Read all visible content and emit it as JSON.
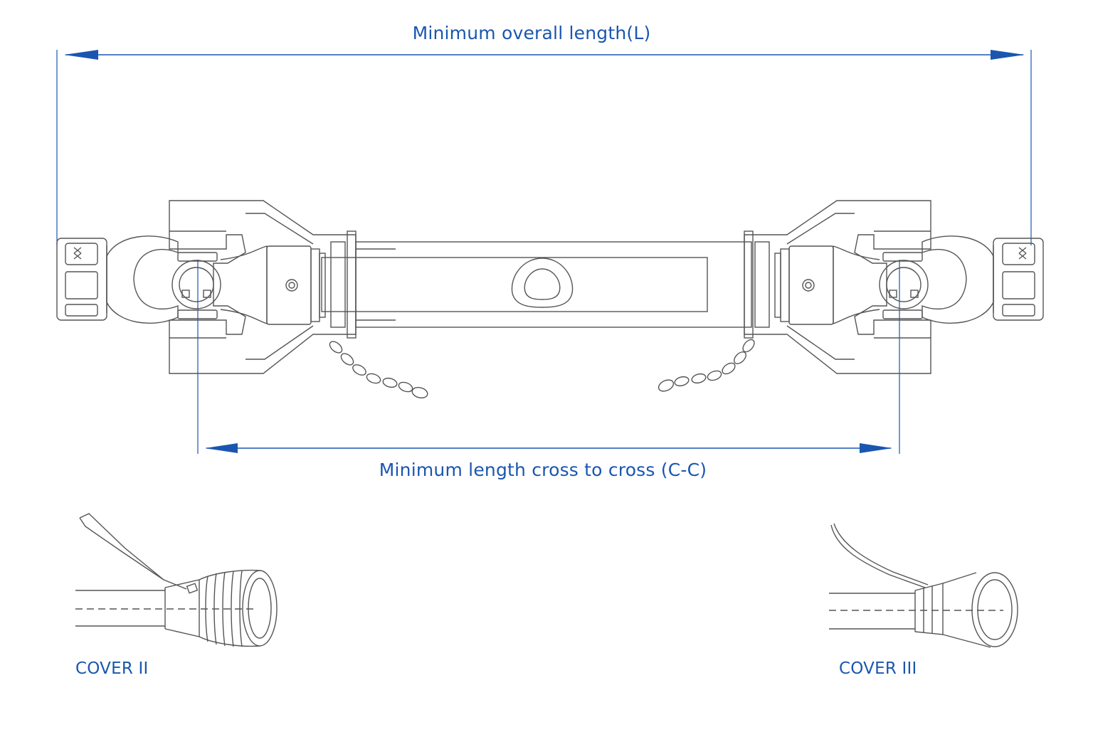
{
  "dimensions": {
    "overall_length_label": "Minimum overall length(L)",
    "cross_to_cross_label": "Minimum length cross to cross (C-C)"
  },
  "covers": {
    "cover_2_label": "COVER II",
    "cover_3_label": "COVER III"
  },
  "colors": {
    "dimension_blue": "#1a56b0",
    "drawing_gray": "#555555"
  }
}
